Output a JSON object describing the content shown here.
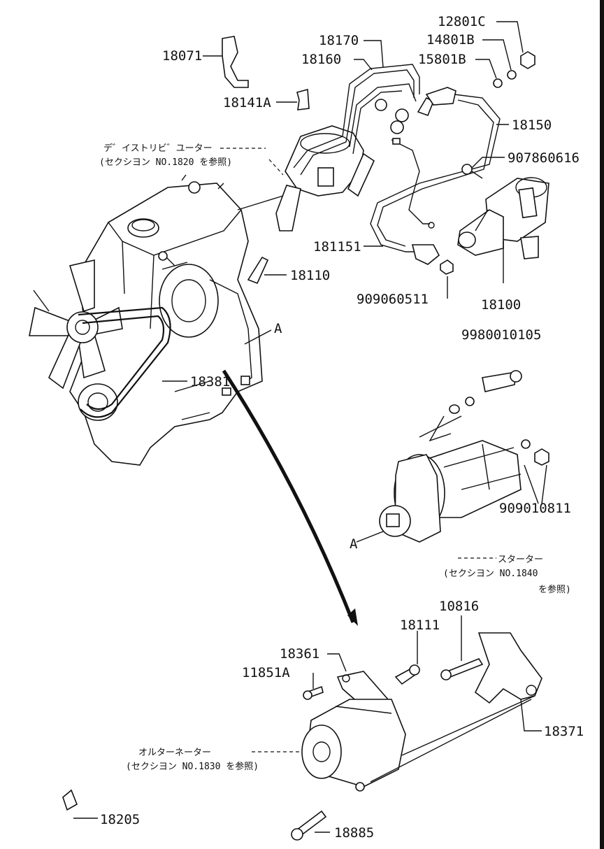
{
  "diagram": {
    "part_labels": {
      "p12801C": "12801C",
      "p14801B": "14801B",
      "p15801B": "15801B",
      "p18071": "18071",
      "p18170": "18170",
      "p18160": "18160",
      "p18141A": "18141A",
      "p18150": "18150",
      "p907860616": "907860616",
      "p181151": "181151",
      "p18110": "18110",
      "p909060511": "909060511",
      "p18100": "18100",
      "p9980010105": "9980010105",
      "p18381": "18381",
      "p909010811": "909010811",
      "p18111": "18111",
      "p10816": "10816",
      "p18361": "18361",
      "p11851A": "11851A",
      "p18371": "18371",
      "p18205": "18205",
      "p18885": "18885",
      "refA1": "A",
      "refA2": "A"
    },
    "notes": {
      "distributor_name": "デ゛イストリビ゛ユーター",
      "distributor_ref": "(セクシヨン NO.1820 を参照)",
      "starter_name": "スターター",
      "starter_ref": "(セクシヨン NO.1840",
      "starter_ref2": "を参照)",
      "alternator_name": "オルターネーター",
      "alternator_ref": "(セクシヨン NO.1830 を参照)"
    }
  }
}
